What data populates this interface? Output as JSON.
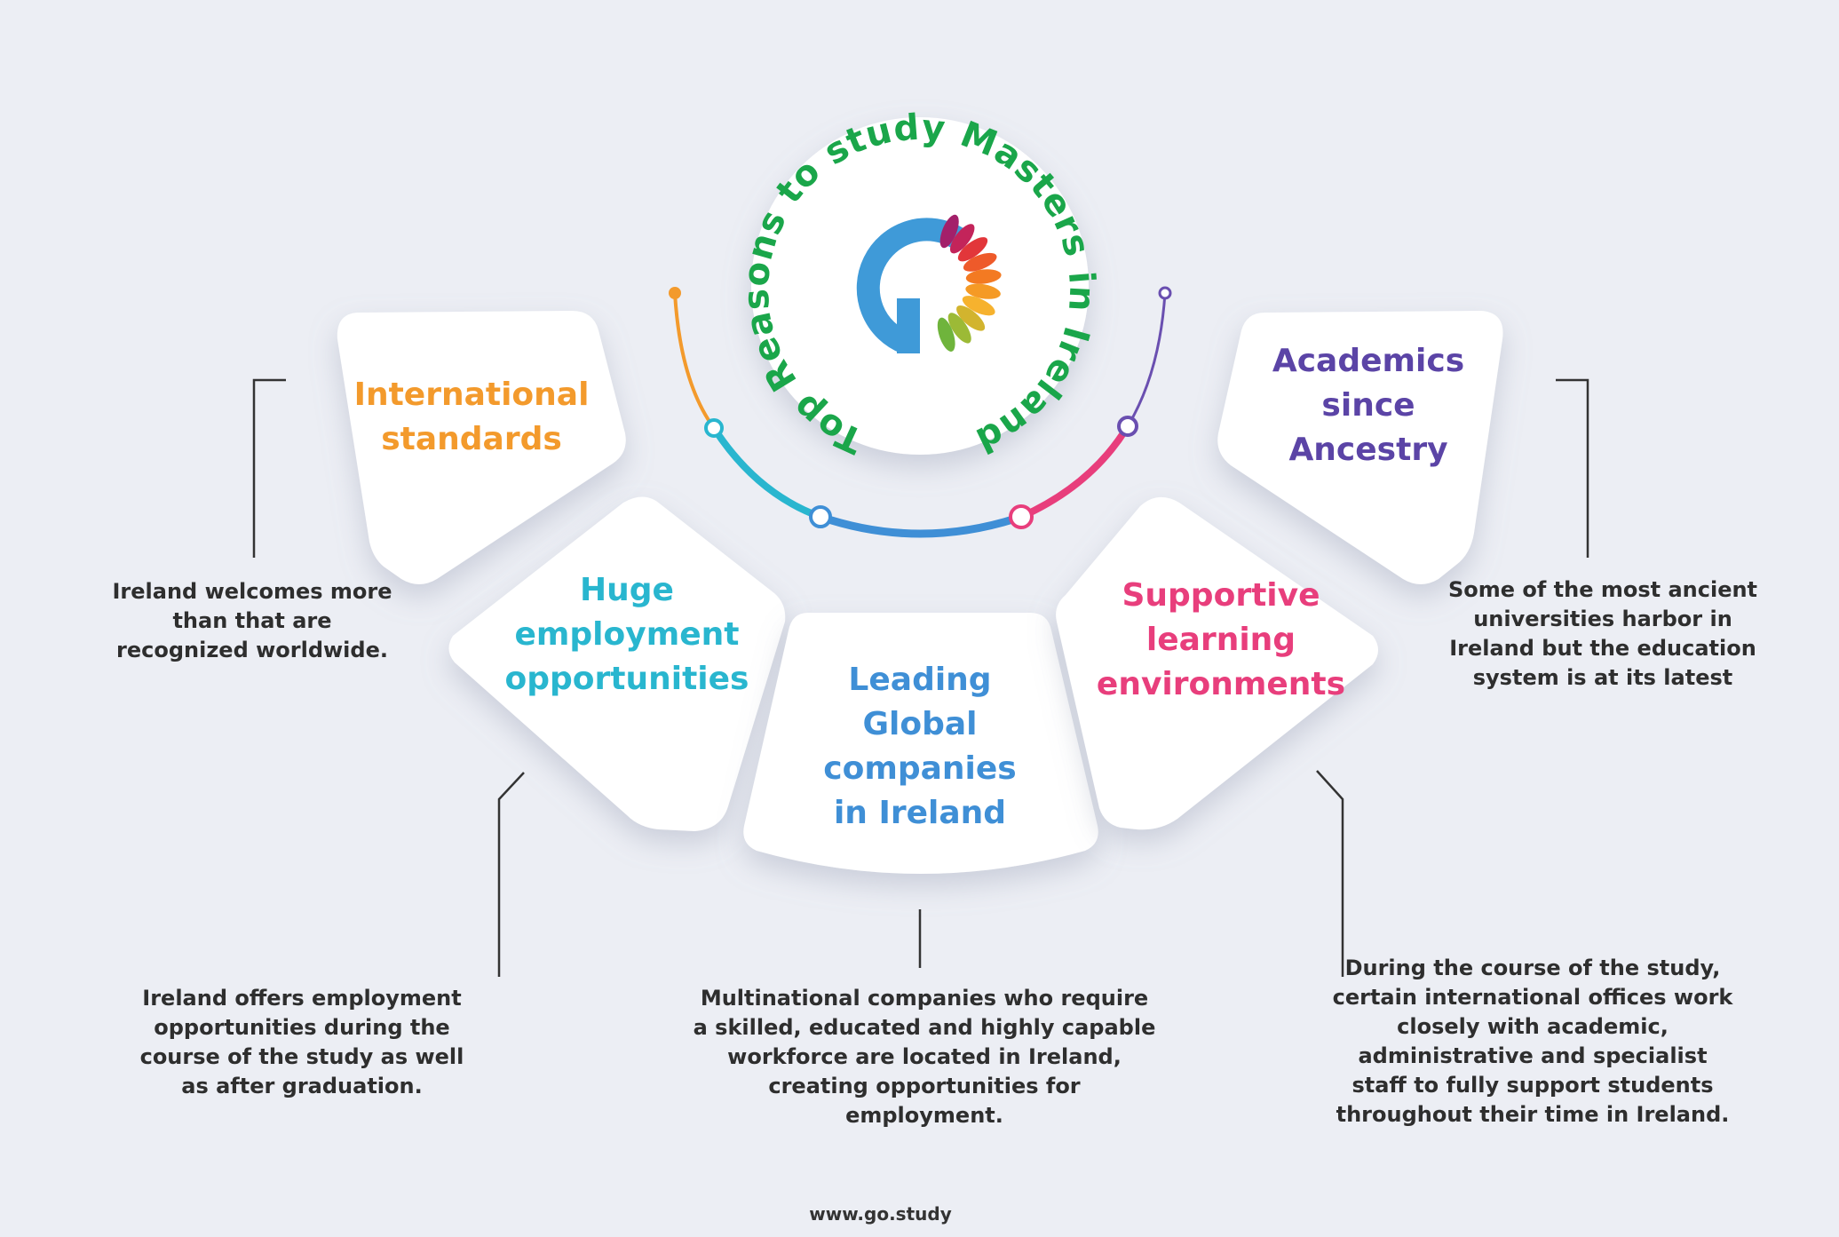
{
  "header": {
    "curved_title": "Top Reasons to study Masters in Ireland"
  },
  "logo": {
    "letter_color": "#3f9ad8",
    "petal_colors": [
      "#a3206a",
      "#c3245a",
      "#e2363a",
      "#ee5a2a",
      "#f37a22",
      "#f59a25",
      "#f6b22e",
      "#d2b42e",
      "#9cba36",
      "#6fb43c"
    ]
  },
  "arc": {
    "colors": [
      "#f39a2c",
      "#29b6cf",
      "#3f8fd6",
      "#e83e7c",
      "#6a4fb0"
    ]
  },
  "cards": [
    {
      "id": "international",
      "title": [
        "International",
        "standards"
      ],
      "color": "#f39a2c",
      "description": [
        "Ireland welcomes more",
        "than that are",
        "recognized worldwide."
      ]
    },
    {
      "id": "employment",
      "title": [
        "Huge",
        "employment",
        "opportunities"
      ],
      "color": "#29b6cf",
      "description": [
        "Ireland offers employment",
        "opportunities during the",
        "course of the study as well",
        "as after graduation."
      ]
    },
    {
      "id": "global",
      "title": [
        "Leading",
        "Global",
        "companies",
        "in Ireland"
      ],
      "color": "#3f8fd6",
      "description": [
        "Multinational companies who require",
        "a skilled, educated and highly capable",
        "workforce are located in Ireland,",
        "creating opportunities for",
        "employment."
      ]
    },
    {
      "id": "supportive",
      "title": [
        "Supportive",
        "learning",
        "environments"
      ],
      "color": "#e83e7c",
      "description": [
        "During the course of the study,",
        "certain international offices work",
        "closely with academic,",
        "administrative and specialist",
        "staff to fully support students",
        "throughout their time in Ireland."
      ]
    },
    {
      "id": "academics",
      "title": [
        "Academics",
        "since",
        "Ancestry"
      ],
      "color": "#5b44a6",
      "description": [
        "Some of the most ancient",
        "universities harbor in",
        "Ireland but the education",
        "system is at its latest"
      ]
    }
  ],
  "footer": {
    "url": "www.go.study"
  }
}
